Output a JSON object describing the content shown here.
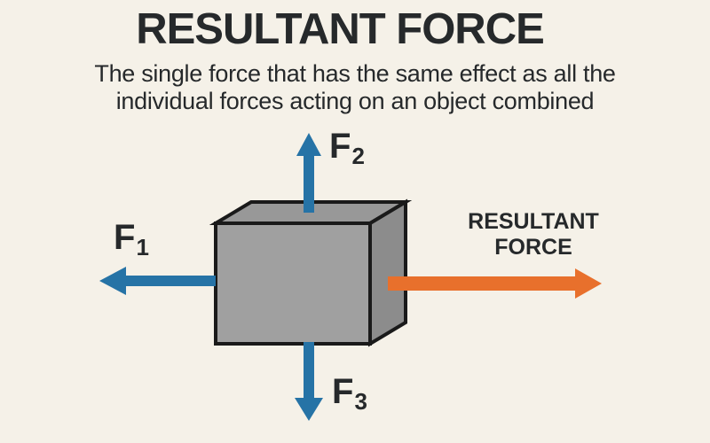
{
  "title": "RESULTANT FORCE",
  "subtitle": {
    "line1": "The single force that has the same effect as all the",
    "line2": "individual forces acting on an object combined"
  },
  "diagram": {
    "object_name": "box",
    "forces": [
      {
        "symbol": "F",
        "subscript": "1",
        "direction": "left"
      },
      {
        "symbol": "F",
        "subscript": "2",
        "direction": "up"
      },
      {
        "symbol": "F",
        "subscript": "3",
        "direction": "down"
      }
    ],
    "resultant": {
      "line1": "RESULTANT",
      "line2": "FORCE",
      "direction": "right"
    }
  },
  "colors": {
    "background": "#F5F1E8",
    "text_dark": "#26292B",
    "force_blue": "#2673A6",
    "resultant_orange": "#E8702C",
    "box_front": "#A0A0A0",
    "box_top": "#989898",
    "box_right": "#8C8C8C",
    "box_outline": "#1A1A1A"
  }
}
